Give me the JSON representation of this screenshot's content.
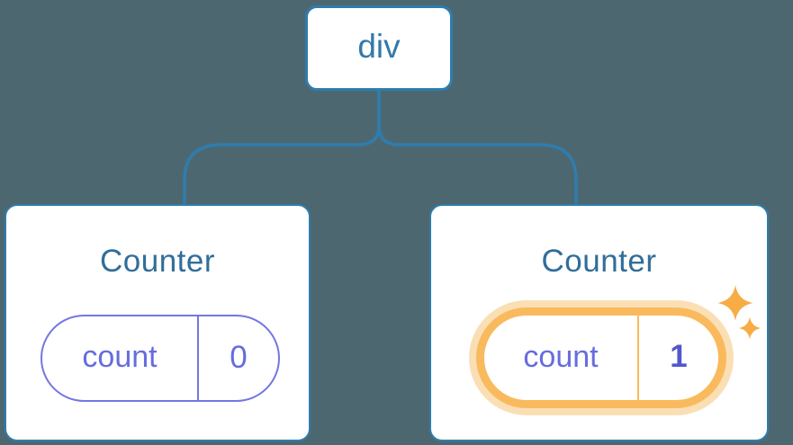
{
  "background_color": "#4D6771",
  "colors": {
    "background": "#4D6771",
    "node_border": "#2E7DAD",
    "node_text": "#3379A8",
    "title_text": "#316E99",
    "state_border": "#7277E2",
    "state_text": "#666CE0",
    "state_value_strong": "#5258CC",
    "highlight_ring": "#F9BA5E",
    "highlight_glow": "#FBDFB4",
    "sparkle": "#F7AC46"
  },
  "tree": {
    "root": {
      "label": "div"
    },
    "children": [
      {
        "title": "Counter",
        "state_key": "count",
        "state_value": "0",
        "highlighted": false
      },
      {
        "title": "Counter",
        "state_key": "count",
        "state_value": "1",
        "highlighted": true
      }
    ]
  }
}
